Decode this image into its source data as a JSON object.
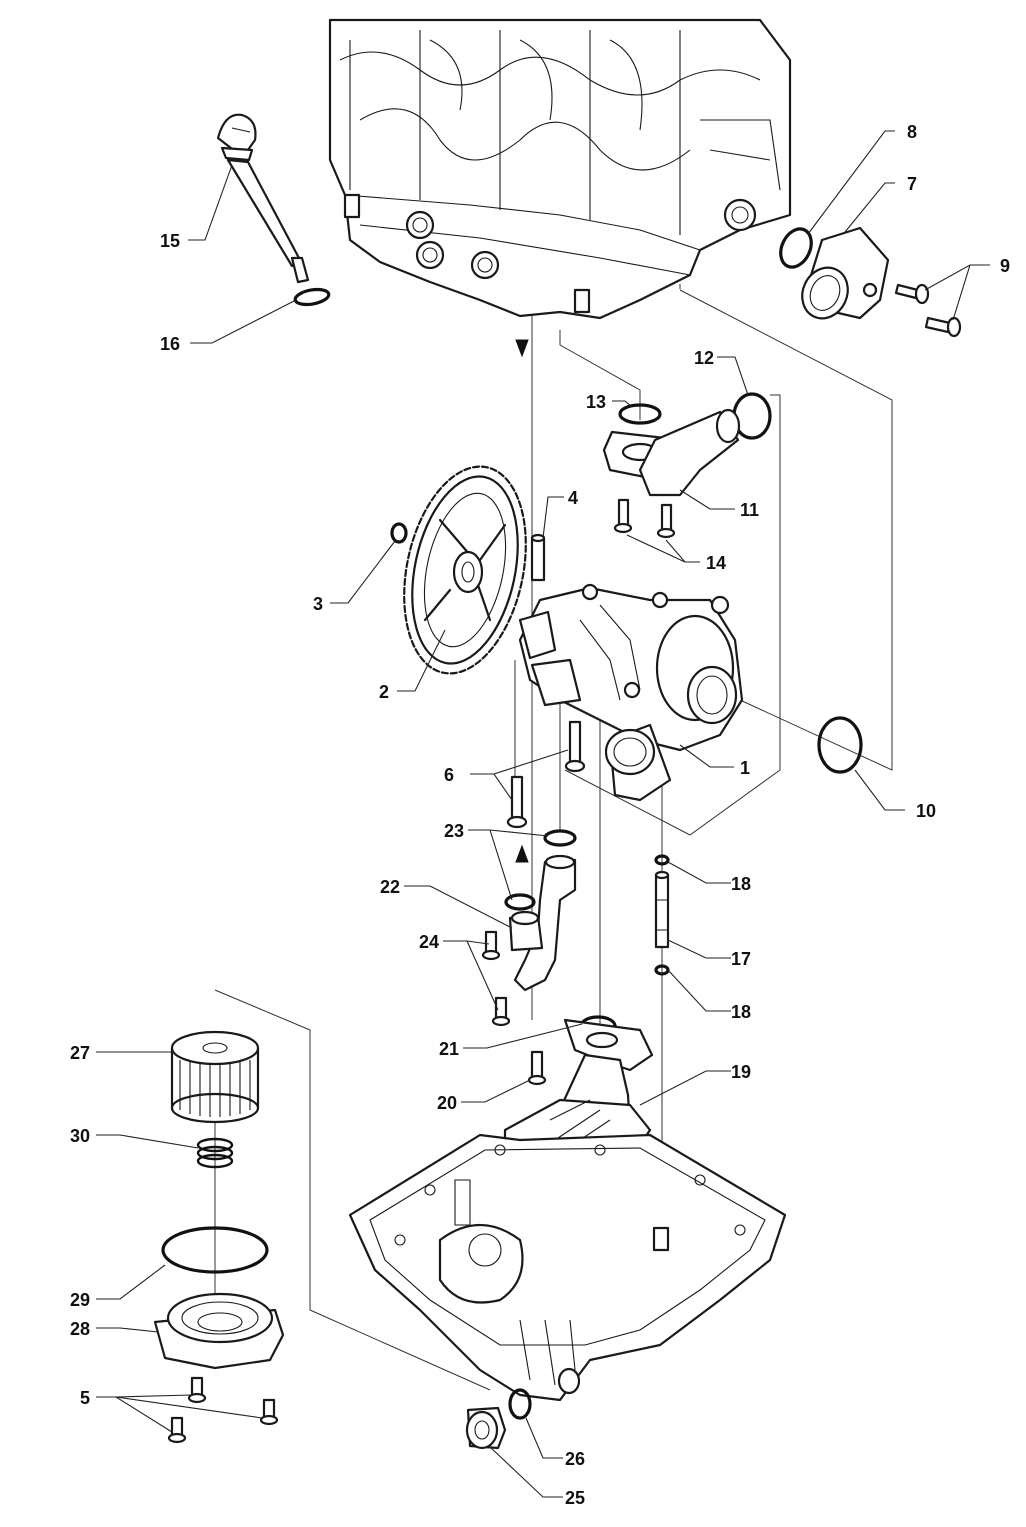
{
  "callouts": [
    {
      "id": "1",
      "text": "1"
    },
    {
      "id": "2",
      "text": "2"
    },
    {
      "id": "3",
      "text": "3"
    },
    {
      "id": "4",
      "text": "4"
    },
    {
      "id": "5",
      "text": "5"
    },
    {
      "id": "6",
      "text": "6"
    },
    {
      "id": "7",
      "text": "7"
    },
    {
      "id": "8",
      "text": "8"
    },
    {
      "id": "9",
      "text": "9"
    },
    {
      "id": "10",
      "text": "10"
    },
    {
      "id": "11",
      "text": "11"
    },
    {
      "id": "12",
      "text": "12"
    },
    {
      "id": "13",
      "text": "13"
    },
    {
      "id": "14",
      "text": "14"
    },
    {
      "id": "15",
      "text": "15"
    },
    {
      "id": "16",
      "text": "16"
    },
    {
      "id": "17",
      "text": "17"
    },
    {
      "id": "18a",
      "text": "18"
    },
    {
      "id": "18b",
      "text": "18"
    },
    {
      "id": "19",
      "text": "19"
    },
    {
      "id": "20",
      "text": "20"
    },
    {
      "id": "21",
      "text": "21"
    },
    {
      "id": "22",
      "text": "22"
    },
    {
      "id": "23",
      "text": "23"
    },
    {
      "id": "24",
      "text": "24"
    },
    {
      "id": "25",
      "text": "25"
    },
    {
      "id": "26",
      "text": "26"
    },
    {
      "id": "27",
      "text": "27"
    },
    {
      "id": "28",
      "text": "28"
    },
    {
      "id": "29",
      "text": "29"
    },
    {
      "id": "30",
      "text": "30"
    }
  ]
}
